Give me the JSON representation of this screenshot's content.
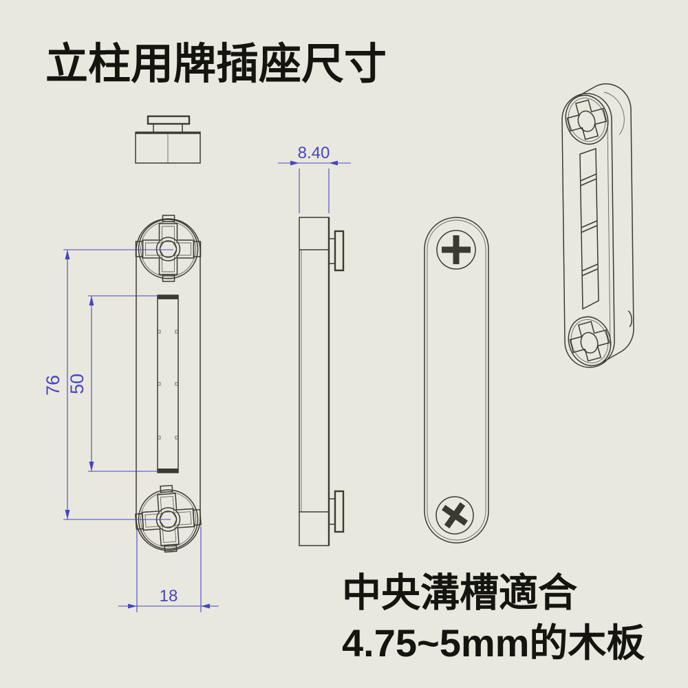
{
  "title": "立柱用牌插座尺寸",
  "note": {
    "line1": "中央溝槽適合",
    "line2": "4.75~5mm的木板"
  },
  "dimensions": {
    "side_thickness": "8.40",
    "overall_hole_spacing": "76",
    "slot_length": "50",
    "body_width": "18"
  },
  "colors": {
    "bg": "#e9e8de",
    "line": "#3a3a31",
    "dim": "#4745c2",
    "text": "#15150f"
  }
}
